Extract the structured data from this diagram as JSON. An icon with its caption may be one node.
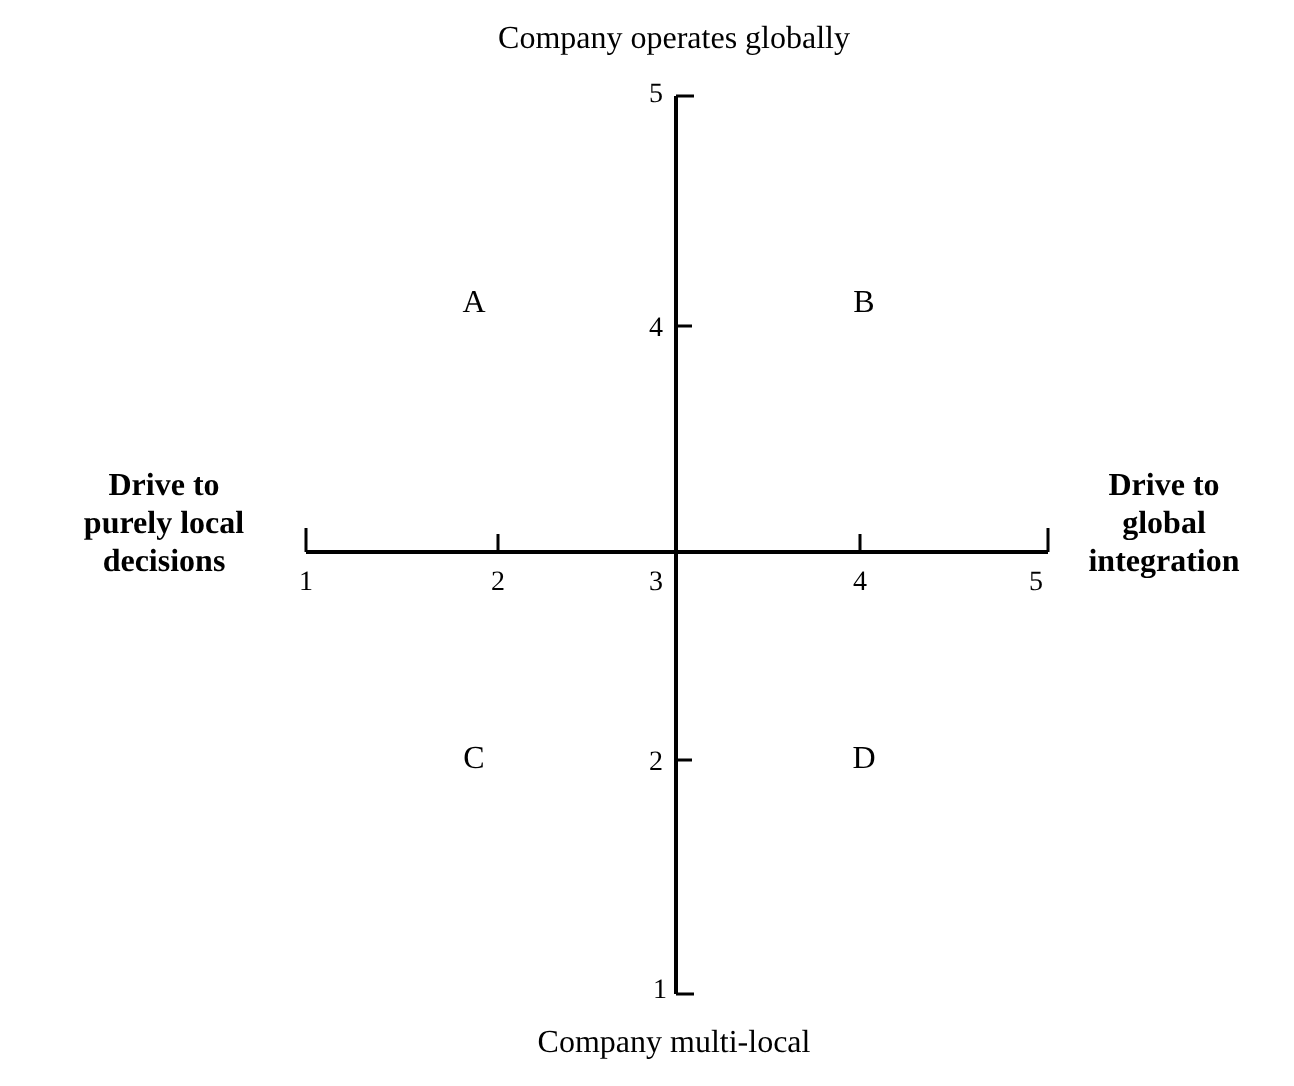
{
  "diagram": {
    "labels": [
      "Company operates globally",
      "5",
      "A",
      "4",
      "B",
      "Drive to purely local decisions",
      "Drive to global integration",
      "1",
      "2",
      "3",
      "4",
      "5",
      "C",
      "2",
      "D",
      "1",
      "Company multi-local"
    ]
  }
}
